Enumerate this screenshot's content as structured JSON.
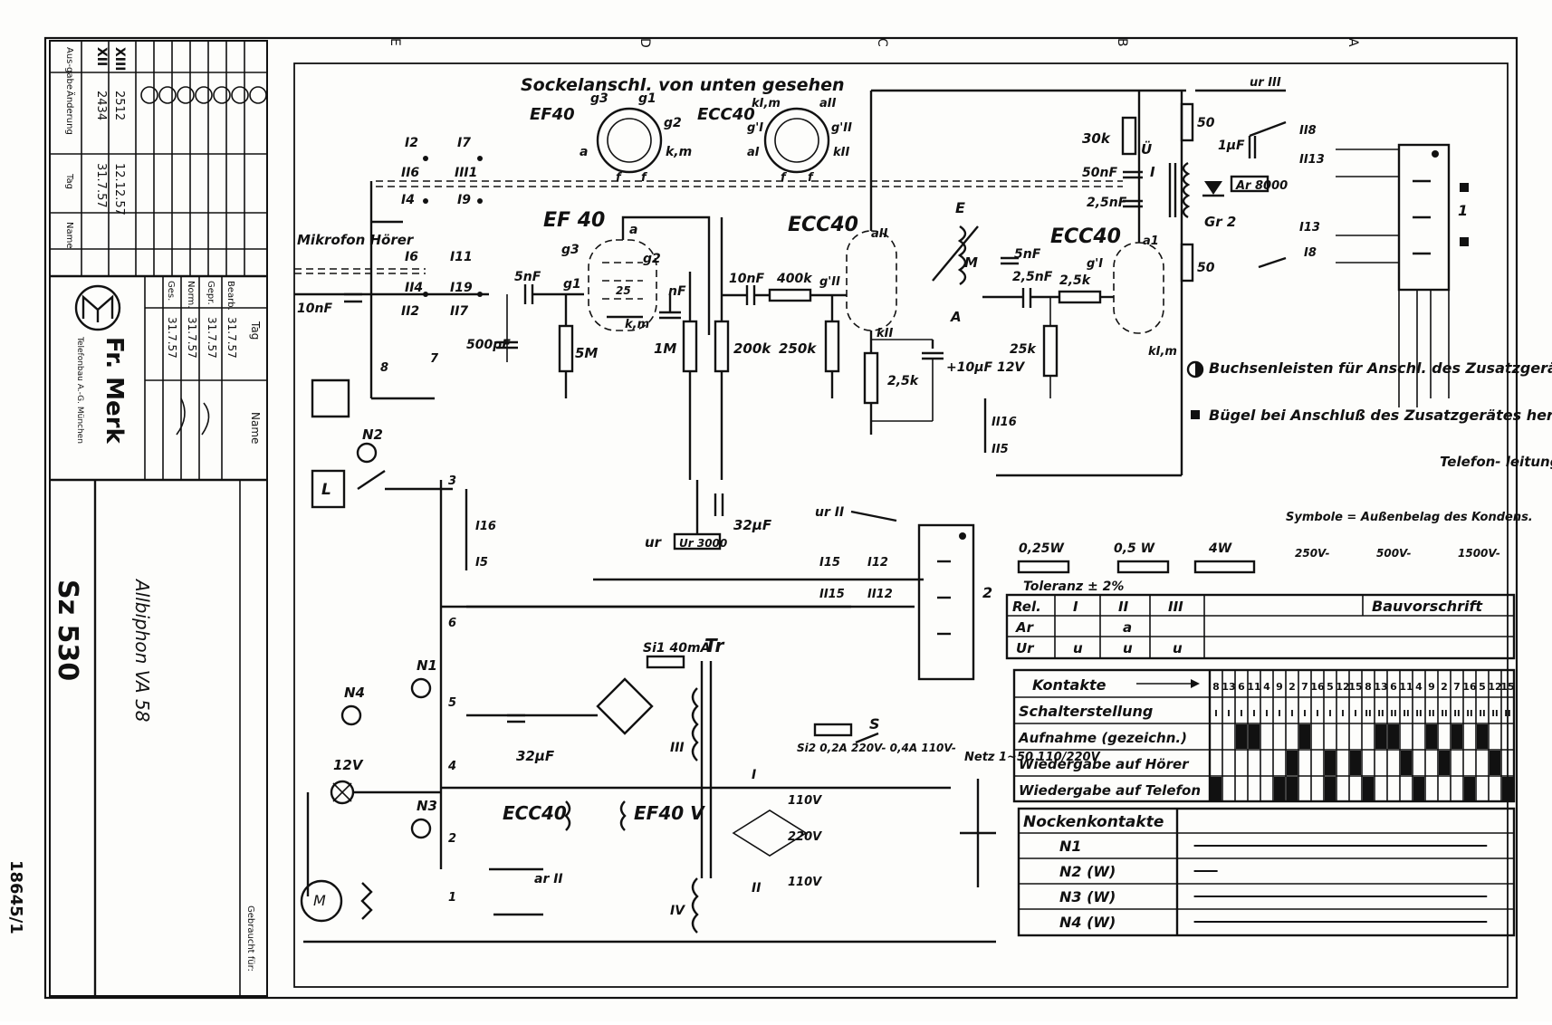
{
  "title_block": {
    "revision_header": [
      "Aus-gabe",
      "Änderung",
      "Tag",
      "Name"
    ],
    "revisions": [
      {
        "rev": "XIII",
        "change": "2512",
        "date": "12.12.57",
        "name": ""
      },
      {
        "rev": "XII",
        "change": "2434",
        "date": "31.7.57",
        "name": ""
      }
    ],
    "approval_rows": [
      {
        "role": "Bearb.",
        "date": "31.7.57"
      },
      {
        "role": "Gepr.",
        "date": "31.7.57"
      },
      {
        "role": "Norm.",
        "date": "31.7.57"
      },
      {
        "role": "Ges.",
        "date": "31.7.57"
      }
    ],
    "approval_cols": [
      "Tag",
      "Name"
    ],
    "company": "Fr. Merk",
    "company_sub": "Telefonbau A.-G. München",
    "drawing_number": "Sz 530",
    "device": "Allbiphon VA 58",
    "used_for": "Gebraucht für:",
    "stamp": "18645/1"
  },
  "grid_letters": [
    "E",
    "D",
    "C",
    "B",
    "A"
  ],
  "socket": {
    "heading": "Sockelanschl. von unten gesehen",
    "ef40": {
      "name": "EF40",
      "pins": [
        "g3",
        "g1",
        "g2",
        "a",
        "k,m",
        "f",
        "f"
      ]
    },
    "ecc40": {
      "name": "ECC40",
      "pins": [
        "kI,m",
        "aII",
        "g'I",
        "g'II",
        "aI",
        "kII",
        "f",
        "f"
      ]
    }
  },
  "tubes": [
    "EF 40",
    "ECC40",
    "ECC40"
  ],
  "tube_pins": [
    "g3",
    "a",
    "g1",
    "g2",
    "25",
    "k,m",
    "g'II",
    "aII",
    "kII",
    "g'I",
    "a1",
    "kI,m"
  ],
  "components": {
    "caps": [
      "5nF",
      "10nF",
      "500pF",
      "nF",
      "10nF",
      "50nF",
      "2,5nF",
      "5nF",
      "2,5nF",
      "10nF",
      "+10μF 12V",
      "32μF",
      "32μF",
      "1μF"
    ],
    "resistors": [
      "5M",
      "1M",
      "200k",
      "250k",
      "400k",
      "2,5k",
      "2,5k",
      "25k",
      "30k",
      "50",
      "50"
    ],
    "relays": [
      "Ur 3000",
      "Ar 8000"
    ],
    "rectifier": {
      "name": "Gr 2"
    },
    "fuses": [
      "Si1 40mA",
      "Si2 0,2A 220V- 0,4A 110V-"
    ],
    "transformer": {
      "name": "Tr",
      "windings": [
        "I",
        "II",
        "III",
        "IV"
      ],
      "taps": [
        "110V",
        "220V",
        "110V"
      ]
    },
    "lamps": [
      "N1",
      "N2",
      "N3",
      "N4",
      "12V"
    ],
    "mains": "Netz 1~50 110/220V",
    "switch": "S",
    "heaters": [
      "ECC40",
      "EF40 V"
    ],
    "misc": [
      "M",
      "E",
      "A",
      "Ü",
      "I",
      "L",
      "ur",
      "ar II",
      "ur III",
      "ur II"
    ]
  },
  "terminals": [
    "I2",
    "II6",
    "I7",
    "III1",
    "I4",
    "I9",
    "I6",
    "I11",
    "II4",
    "I19",
    "II2",
    "II7",
    "I16",
    "I5",
    "I15",
    "II15",
    "I12",
    "II12",
    "II16",
    "II5",
    "I13",
    "II13",
    "II8",
    "I8"
  ],
  "labels": {
    "mic": "Mikrofon Hörer",
    "mic_cap": "10nF",
    "telephone": "Telefon- leitung",
    "sw_numbers": [
      "1",
      "2",
      "3",
      "4",
      "5",
      "6",
      "7",
      "8"
    ],
    "connectors": [
      "1",
      "2"
    ]
  },
  "legend": {
    "items": [
      {
        "symbol": "half-circle",
        "text": "Buchsenleisten für Anschl. des Zusatzgerätes"
      },
      {
        "symbol": "square",
        "text": "Bügel bei Anschluß des Zusatzgerätes heraus- nehmen."
      }
    ],
    "symbols_heading": "Symbole = Außenbelag des Kondens.",
    "symbol_ratings": [
      "250V-",
      "500V-",
      "1500V-"
    ],
    "resistor_ratings": [
      "0,25W",
      "0,5 W",
      "4W"
    ],
    "tolerance": "Toleranz ± 2%"
  },
  "relay_table": {
    "header": [
      "Rel.",
      "I",
      "II",
      "III"
    ],
    "rows": [
      [
        "Ar",
        "",
        "a",
        ""
      ],
      [
        "Ur",
        "u",
        "u",
        "u"
      ]
    ],
    "bauvorschrift": "Bauvorschrift"
  },
  "contact_table": {
    "row_labels": [
      "Kontakte",
      "Schalterstellung",
      "Aufnahme (gezeichn.)",
      "Wiedergabe auf Hörer",
      "Wiedergabe auf Telefon"
    ],
    "contacts": [
      "8",
      "13",
      "6",
      "11",
      "4",
      "9",
      "2",
      "7",
      "16",
      "5",
      "12",
      "15",
      "8",
      "13",
      "6",
      "11",
      "4",
      "9",
      "2",
      "7",
      "16",
      "5",
      "12",
      "15"
    ],
    "positions": [
      "I",
      "I",
      "I",
      "I",
      "I",
      "I",
      "I",
      "I",
      "I",
      "I",
      "I",
      "I",
      "II",
      "II",
      "II",
      "II",
      "II",
      "II",
      "II",
      "II",
      "II",
      "II",
      "II",
      "II"
    ],
    "states": {
      "aufnahme": [
        0,
        0,
        1,
        1,
        0,
        0,
        0,
        1,
        0,
        0,
        0,
        0,
        0,
        1,
        1,
        0,
        0,
        1,
        0,
        1,
        0,
        1,
        0,
        0
      ],
      "hoerer": [
        0,
        0,
        0,
        0,
        0,
        0,
        1,
        0,
        0,
        1,
        0,
        1,
        0,
        0,
        0,
        1,
        0,
        0,
        1,
        0,
        0,
        0,
        1,
        0
      ],
      "telefon": [
        1,
        0,
        0,
        0,
        0,
        1,
        1,
        0,
        0,
        1,
        0,
        0,
        1,
        0,
        0,
        0,
        1,
        0,
        0,
        0,
        1,
        0,
        0,
        1
      ]
    }
  },
  "cam_table": {
    "heading": "Nockenkontakte",
    "rows": [
      {
        "label": "N1",
        "start": 0.05,
        "end": 0.92
      },
      {
        "label": "N2 (W)",
        "start": 0.05,
        "end": 0.12
      },
      {
        "label": "N3 (W)",
        "start": 0.05,
        "end": 0.92
      },
      {
        "label": "N4 (W)",
        "start": 0.05,
        "end": 0.92
      }
    ]
  }
}
